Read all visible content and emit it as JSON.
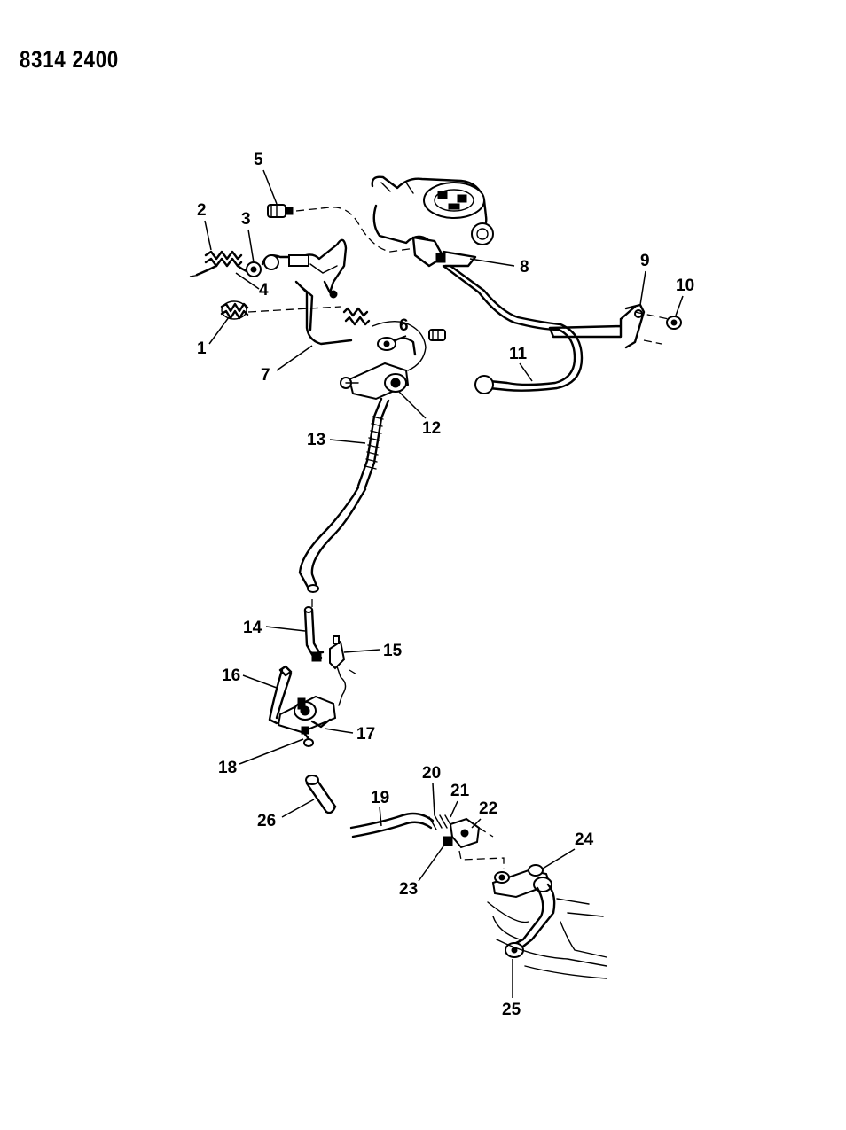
{
  "document": {
    "code": "8314 2400"
  },
  "callouts": [
    {
      "label": "1"
    },
    {
      "label": "2"
    },
    {
      "label": "3"
    },
    {
      "label": "4"
    },
    {
      "label": "5"
    },
    {
      "label": "6"
    },
    {
      "label": "7"
    },
    {
      "label": "8"
    },
    {
      "label": "9"
    },
    {
      "label": "10"
    },
    {
      "label": "11"
    },
    {
      "label": "12"
    },
    {
      "label": "13"
    },
    {
      "label": "14"
    },
    {
      "label": "15"
    },
    {
      "label": "16"
    },
    {
      "label": "17"
    },
    {
      "label": "18"
    },
    {
      "label": "19"
    },
    {
      "label": "20"
    },
    {
      "label": "21"
    },
    {
      "label": "22"
    },
    {
      "label": "23"
    },
    {
      "label": "24"
    },
    {
      "label": "25"
    },
    {
      "label": "26"
    }
  ],
  "colors": {
    "ink": "#000000",
    "paper": "#ffffff"
  }
}
